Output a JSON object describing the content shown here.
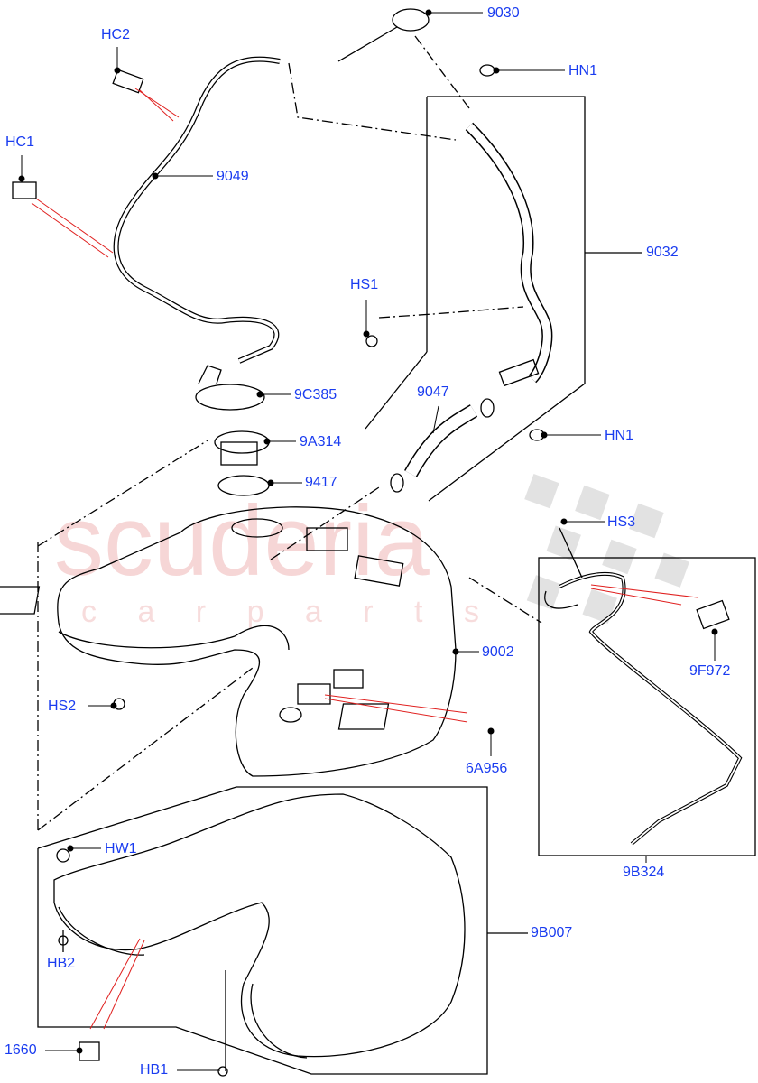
{
  "watermark": {
    "line1": "scuderia",
    "line2": "c a r   p a r t s",
    "color": "#f3c6c6"
  },
  "colors": {
    "label": "#1a3cf0",
    "line": "#000000",
    "indicator": "#e0201f"
  },
  "labels": {
    "p9030": "9030",
    "hc2": "HC2",
    "hn1_top": "HN1",
    "hc1": "HC1",
    "p9049": "9049",
    "p9032": "9032",
    "hs1": "HS1",
    "p9047": "9047",
    "p9c385": "9C385",
    "hn1_mid": "HN1",
    "p9a314": "9A314",
    "p9417": "9417",
    "hs3": "HS3",
    "p9002": "9002",
    "p9f972": "9F972",
    "hs2": "HS2",
    "p6a956": "6A956",
    "hw1": "HW1",
    "p9b324": "9B324",
    "p9b007": "9B007",
    "hb2": "HB2",
    "p1660": "1660",
    "hb1": "HB1"
  }
}
